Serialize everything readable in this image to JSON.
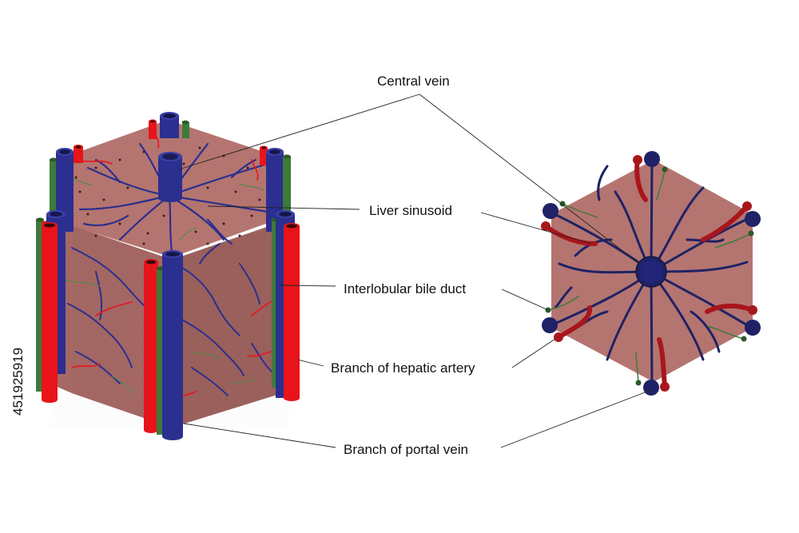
{
  "labels": {
    "central_vein": "Central vein",
    "liver_sinusoid": "Liver sinusoid",
    "interlobular_bile_duct": "Interlobular bile duct",
    "hepatic_artery_branch": "Branch of hepatic artery",
    "portal_vein_branch": "Branch of portal vein"
  },
  "stock_id": "451925919",
  "colors": {
    "tissue_top": "#b87772",
    "tissue_front": "#a86a66",
    "tissue_side": "#9b605c",
    "portal_vein": "#2b2f8f",
    "hepatic_artery": "#e8141a",
    "bile_duct": "#3e7a3a",
    "dark_artery": "#a8161c",
    "dark_vein": "#1f2266"
  }
}
